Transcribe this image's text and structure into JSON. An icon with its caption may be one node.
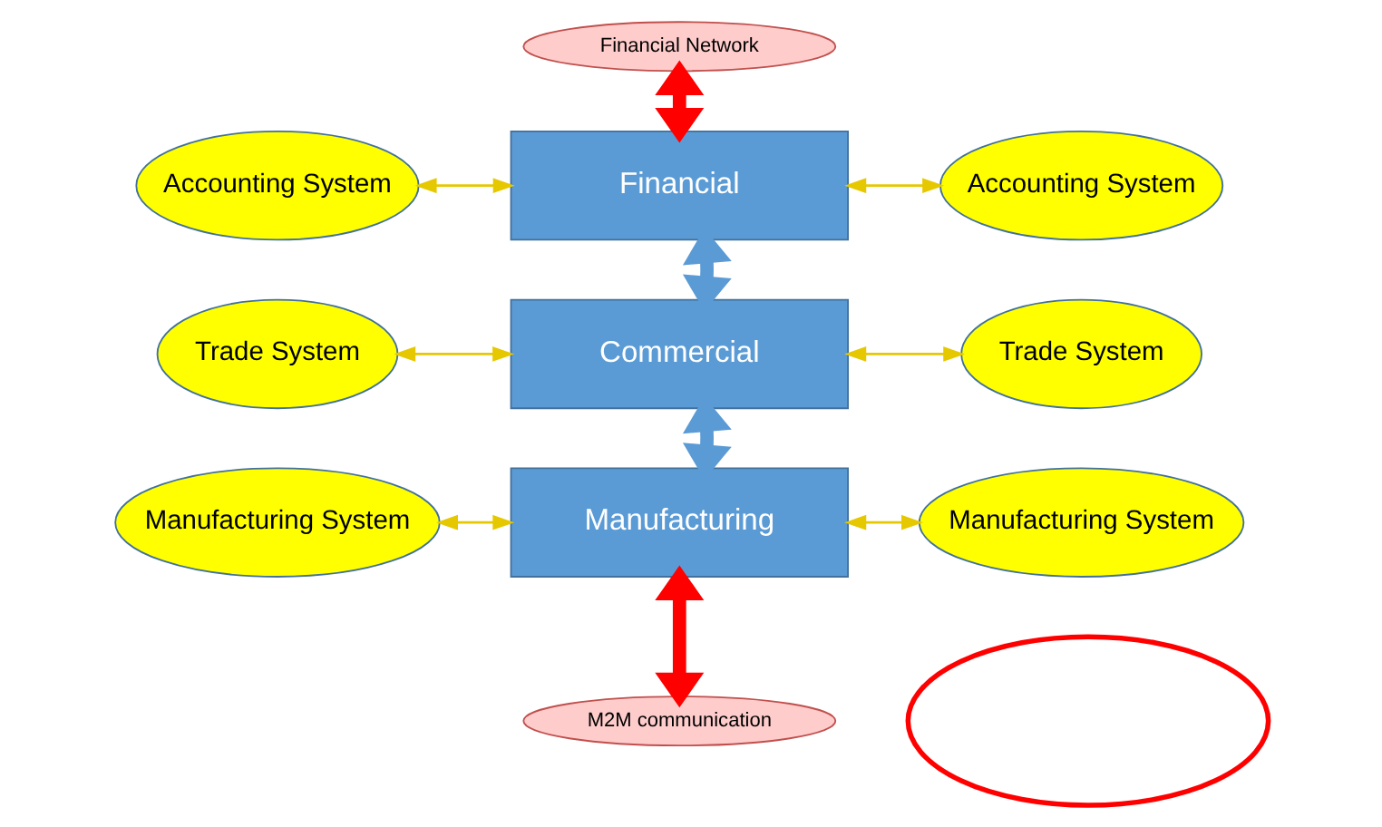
{
  "diagram": {
    "nodes": [
      {
        "text": [
          "Financial Network"
        ]
      },
      {
        "text": [
          "Financial"
        ]
      },
      {
        "text": [
          "Commercial"
        ]
      },
      {
        "text": [
          "Manufacturing"
        ]
      },
      {
        "text": [
          "M2M communication"
        ]
      },
      {
        "text": [
          "Accounting System"
        ]
      },
      {
        "text": [
          "Accounting System"
        ]
      },
      {
        "text": [
          "Trade System"
        ]
      },
      {
        "text": [
          "Trade System"
        ]
      },
      {
        "text": [
          "Manufacturing System"
        ]
      },
      {
        "text": [
          "Manufacturing System"
        ]
      },
      {
        "text": [],
        "shape": "circle"
      }
    ],
    "edges": [
      {
        "from": 0,
        "to": 1,
        "arrow": "both",
        "style": "thick",
        "color": "#ff0000"
      },
      {
        "from": 5,
        "to": 1,
        "arrow": "both"
      },
      {
        "from": 1,
        "to": 6,
        "arrow": "both"
      },
      {
        "from": 1,
        "to": 2,
        "arrow": "both",
        "style": "thick",
        "color": "#5b9bd5"
      },
      {
        "from": 7,
        "to": 2,
        "arrow": "both"
      },
      {
        "from": 2,
        "to": 8,
        "arrow": "both"
      },
      {
        "from": 2,
        "to": 3,
        "arrow": "both",
        "style": "thick",
        "color": "#5b9bd5"
      },
      {
        "from": 9,
        "to": 3,
        "arrow": "both"
      },
      {
        "from": 3,
        "to": 10,
        "arrow": "both"
      },
      {
        "from": 3,
        "to": 4,
        "arrow": "both",
        "style": "thick",
        "color": "#ff0000"
      }
    ]
  }
}
